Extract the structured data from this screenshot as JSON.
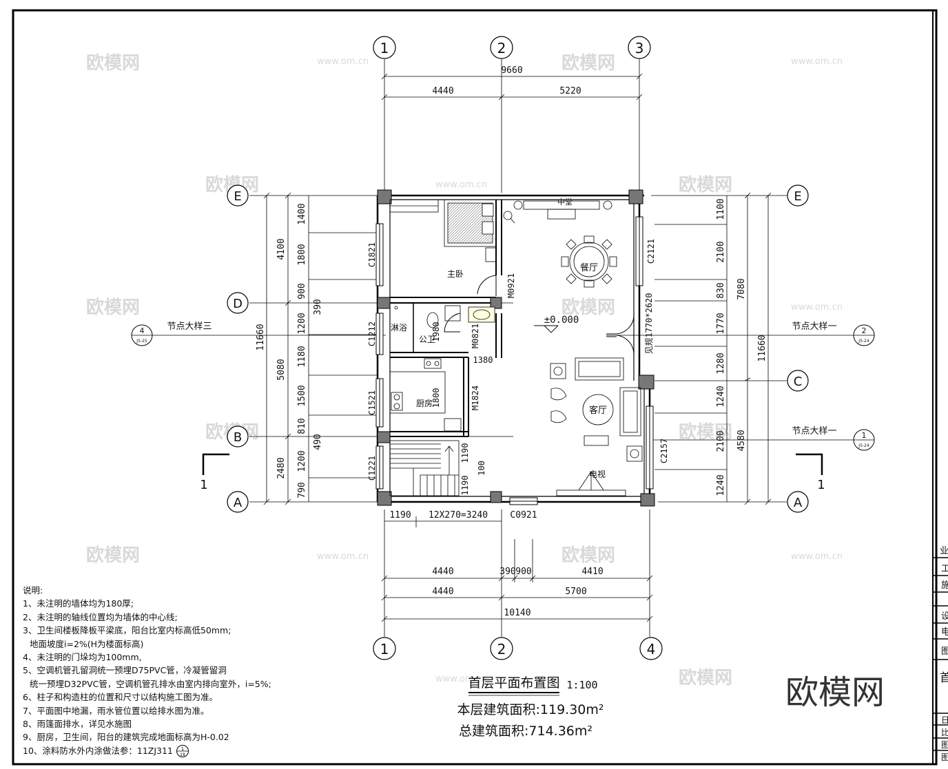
{
  "axes_top": [
    "1",
    "2",
    "3"
  ],
  "axes_bottom": [
    "1",
    "2",
    "4"
  ],
  "axes_left": [
    "E",
    "D",
    "B",
    "A"
  ],
  "axes_right": [
    "E",
    "C",
    "A"
  ],
  "dims_top": {
    "total": "9660",
    "seg1": "4440",
    "seg2": "5220"
  },
  "dims_bottom": {
    "row1": [
      "1190",
      "12X270=3240",
      "C0921"
    ],
    "row2": [
      "4440",
      "390",
      "900",
      "4410"
    ],
    "row3": [
      "4440",
      "5700"
    ],
    "total": "10140"
  },
  "dims_left": {
    "total": "11660",
    "group": [
      "4100",
      "5080",
      "2480"
    ],
    "detail": [
      "1400",
      "1800",
      "900",
      "1200",
      "1180",
      "1500",
      "810",
      "1200",
      "790"
    ],
    "extra": [
      "390",
      "490"
    ]
  },
  "dims_right": {
    "total": "11660",
    "group": [
      "7080",
      "4580"
    ],
    "detail": [
      "1100",
      "2100",
      "830",
      "1770",
      "1280",
      "1240",
      "2100",
      "1240"
    ]
  },
  "rooms": {
    "master_bedroom": "主卧",
    "hall": "中堂",
    "dining": "餐厅",
    "bath": "淋浴",
    "toilet": "公卫",
    "kitchen": "厨房",
    "living": "客厅",
    "tv": "电视"
  },
  "elevation": "±0.000",
  "windows": [
    "C1821",
    "C1212",
    "C1521",
    "C1221",
    "C2121",
    "C2157",
    "C0921"
  ],
  "doors": [
    "M0921",
    "M0821",
    "M1824",
    "1380",
    "1800",
    "1980",
    "1190",
    "1190",
    "100"
  ],
  "door_right_label": "见规1770*2620",
  "nodes": {
    "left": {
      "label": "节点大样三",
      "num": "4",
      "ref": "J5-25"
    },
    "right1": {
      "label": "节点大样一",
      "num": "2",
      "ref": "J5-24"
    },
    "right2": {
      "label": "节点大样一",
      "num": "1",
      "ref": "J5-24"
    }
  },
  "section_mark": "1",
  "title": "首层平面布置图",
  "scale": "1:100",
  "area_floor": "本层建筑面积:119.30m²",
  "area_total": "总建筑面积:714.36m²",
  "notes": {
    "heading": "说明:",
    "items": [
      "1、未注明的墙体均为180厚;",
      "2、未注明的轴线位置均为墙体的中心线;",
      "3、卫生间楼板降板平梁底，阳台比室内标高低50mm;",
      "地面坡度i=2%(H为楼面标高)",
      "4、未注明的门垛均为100mm,",
      "5、空调机管孔留洞统一预埋D75PVC管，冷凝管留洞",
      "统一预埋D32PVC管，空调机管孔排水由室内排向室外，i=5%;",
      "6、柱子和构造柱的位置和尺寸以结构施工图为准。",
      "7、平面图中地漏，雨水管位置以给排水图为准。",
      "8、雨篷面排水，详见水施图",
      "9、厨房，卫生间，阳台的建筑完成地面标高为H-0.02",
      "10、涂料防水外内涂做法参：11ZJ311"
    ],
    "last_ref": {
      "num": "1",
      "page": "18"
    }
  },
  "titleblock": [
    "业",
    "工",
    "施",
    "设",
    "电",
    "图",
    "首",
    "日",
    "比",
    "图",
    "图"
  ],
  "logo": "欧模网",
  "watermark_text": "欧模网",
  "watermark_url": "www.om.cn"
}
